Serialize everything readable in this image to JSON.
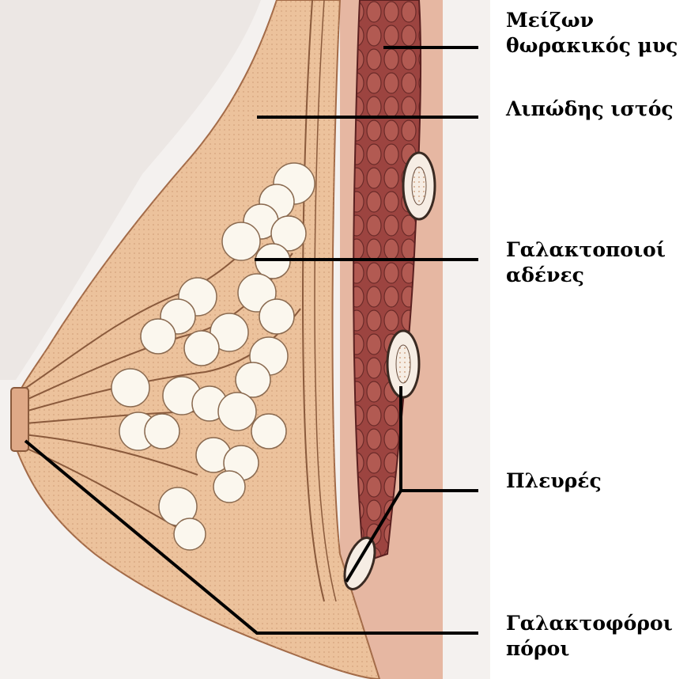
{
  "labels": {
    "pectoralis": {
      "line1": "Μείζων",
      "line2": "θωρακικός μυς"
    },
    "adipose": {
      "line1": "Λιπώδης  ιστός"
    },
    "glands": {
      "line1": "Γαλακτοποιοί",
      "line2": "αδένες"
    },
    "ribs": {
      "line1": "Πλευρές"
    },
    "ducts": {
      "line1": "Γαλακτοφόροι",
      "line2": "πόροι"
    }
  },
  "colors": {
    "skin": "#f0c8a0",
    "tissue": "#e8b98e",
    "muscle": "#8e3a36",
    "muscle_light": "#c88478",
    "gland": "#fbf7ee",
    "line": "#000000",
    "background": "#f4f1ef"
  }
}
